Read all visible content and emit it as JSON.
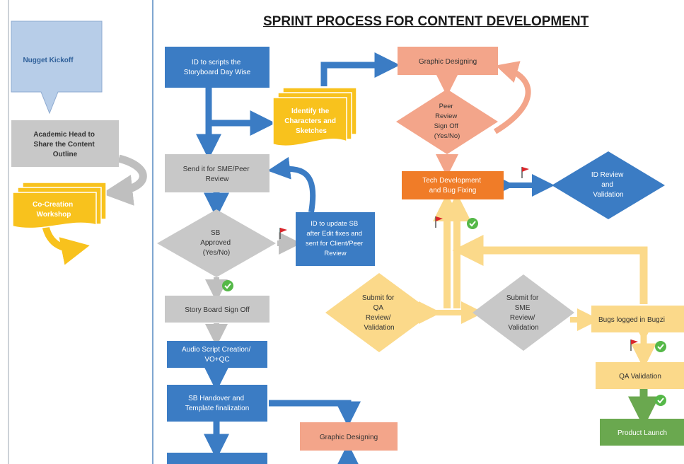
{
  "title": "SPRINT PROCESS FOR CONTENT DEVELOPMENT",
  "colors": {
    "blue": "#3b7cc4",
    "gray": "#c8c8c8",
    "yellow": "#f8c21d",
    "salmon": "#f3a58a",
    "orange": "#f07c28",
    "light_yellow": "#fbd98a",
    "green": "#6aa84f",
    "flag_red": "#d9262b",
    "check_green": "#55b848"
  },
  "left": {
    "callout": "Nugget Kickoff",
    "head": [
      "Academic Head to",
      "Share the Content",
      "Outline"
    ],
    "workshop": [
      "Co-Creation",
      "Workshop"
    ]
  },
  "main": {
    "id_scripts": [
      "ID to scripts the",
      "Storyboard Day Wise"
    ],
    "characters": [
      "Identify the",
      "Characters and",
      "Sketches"
    ],
    "sme_review": [
      "Send it for SME/Peer",
      "Review"
    ],
    "sb_approved": [
      "SB",
      "Approved",
      "(Yes/No)"
    ],
    "update_sb": [
      "ID to update SB",
      "after Edit fixes and",
      "sent for Client/Peer",
      "Review"
    ],
    "sb_signoff": "Story Board Sign Off",
    "audio": [
      "Audio Script Creation/",
      "VO+QC"
    ],
    "handover": [
      "SB Handover and",
      "Template finalization"
    ],
    "graphic_bottom": "Graphic Designing"
  },
  "right": {
    "graphic_top": "Graphic Designing",
    "peer_review": [
      "Peer",
      "Review",
      "Sign Off",
      "(Yes/No)"
    ],
    "tech_dev": [
      "Tech Development",
      "and Bug Fixing"
    ],
    "id_review": [
      "ID Review",
      "and",
      "Validation"
    ],
    "submit_qa": [
      "Submit for",
      "QA",
      "Review/",
      "Validation"
    ],
    "submit_sme": [
      "Submit for",
      "SME",
      "Review/",
      "Validation"
    ],
    "bugs": "Bugs logged in Bugzi",
    "qa_validation": "QA Validation",
    "launch": "Product Launch"
  }
}
